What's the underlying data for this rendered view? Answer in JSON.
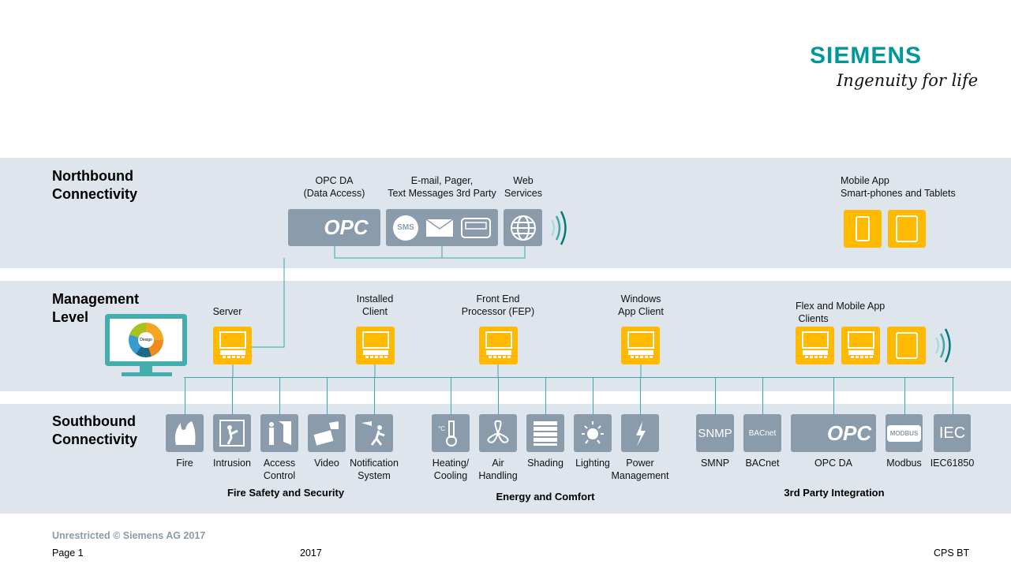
{
  "brand": {
    "name": "SIEMENS",
    "tagline": "Ingenuity for life",
    "color": "#009999"
  },
  "colors": {
    "band": "#dfe5ed",
    "icon_gray": "#8a9bab",
    "device_yellow": "#ffb900",
    "line": "#3aa8a8"
  },
  "levels": {
    "north": "Northbound\nConnectivity",
    "management": "Management\nLevel",
    "south": "Southbound\nConnectivity"
  },
  "north": {
    "opc_label": "OPC DA\n(Data Access)",
    "opc_logo": "OPC",
    "messaging_label": "E-mail, Pager,\nText Messages 3rd Party",
    "sms": "SMS",
    "web_label": "Web\nServices",
    "mobile_label": "Mobile App\nSmart-phones and Tablets"
  },
  "management": {
    "server": "Server",
    "installed_client": "Installed\nClient",
    "fep": "Front End\nProcessor (FEP)",
    "windows_client": "Windows\nApp Client",
    "flex_clients": "Flex and Mobile App\n Clients",
    "desigo_logo": "Desigo"
  },
  "south": {
    "items": [
      {
        "label": "Fire",
        "icon": "fire-icon"
      },
      {
        "label": "Intrusion",
        "icon": "intrusion-icon"
      },
      {
        "label": "Access\nControl",
        "icon": "access-control-icon"
      },
      {
        "label": "Video",
        "icon": "video-camera-icon"
      },
      {
        "label": "Notification\nSystem",
        "icon": "notification-icon"
      },
      {
        "label": "Heating/\nCooling",
        "icon": "thermometer-icon"
      },
      {
        "label": "Air\nHandling",
        "icon": "fan-icon"
      },
      {
        "label": "Shading",
        "icon": "shading-icon"
      },
      {
        "label": "Lighting",
        "icon": "lightbulb-icon"
      },
      {
        "label": "Power\nManagement",
        "icon": "power-icon"
      },
      {
        "label": "SMNP",
        "icon": "snmp-icon",
        "text": "SNMP"
      },
      {
        "label": "BACnet",
        "icon": "bacnet-icon",
        "text": "BACnet"
      },
      {
        "label": "OPC DA",
        "icon": "opc-icon",
        "text": "OPC"
      },
      {
        "label": "Modbus",
        "icon": "modbus-icon",
        "text": "MODBUS"
      },
      {
        "label": "IEC61850",
        "icon": "iec-icon",
        "text": "IEC"
      }
    ],
    "groups": [
      "Fire Safety and Security",
      "Energy and Comfort",
      "3rd Party Integration"
    ]
  },
  "footer": {
    "classification": "Unrestricted © Siemens AG 2017",
    "page": "Page 1",
    "year": "2017",
    "dept": "CPS BT"
  }
}
